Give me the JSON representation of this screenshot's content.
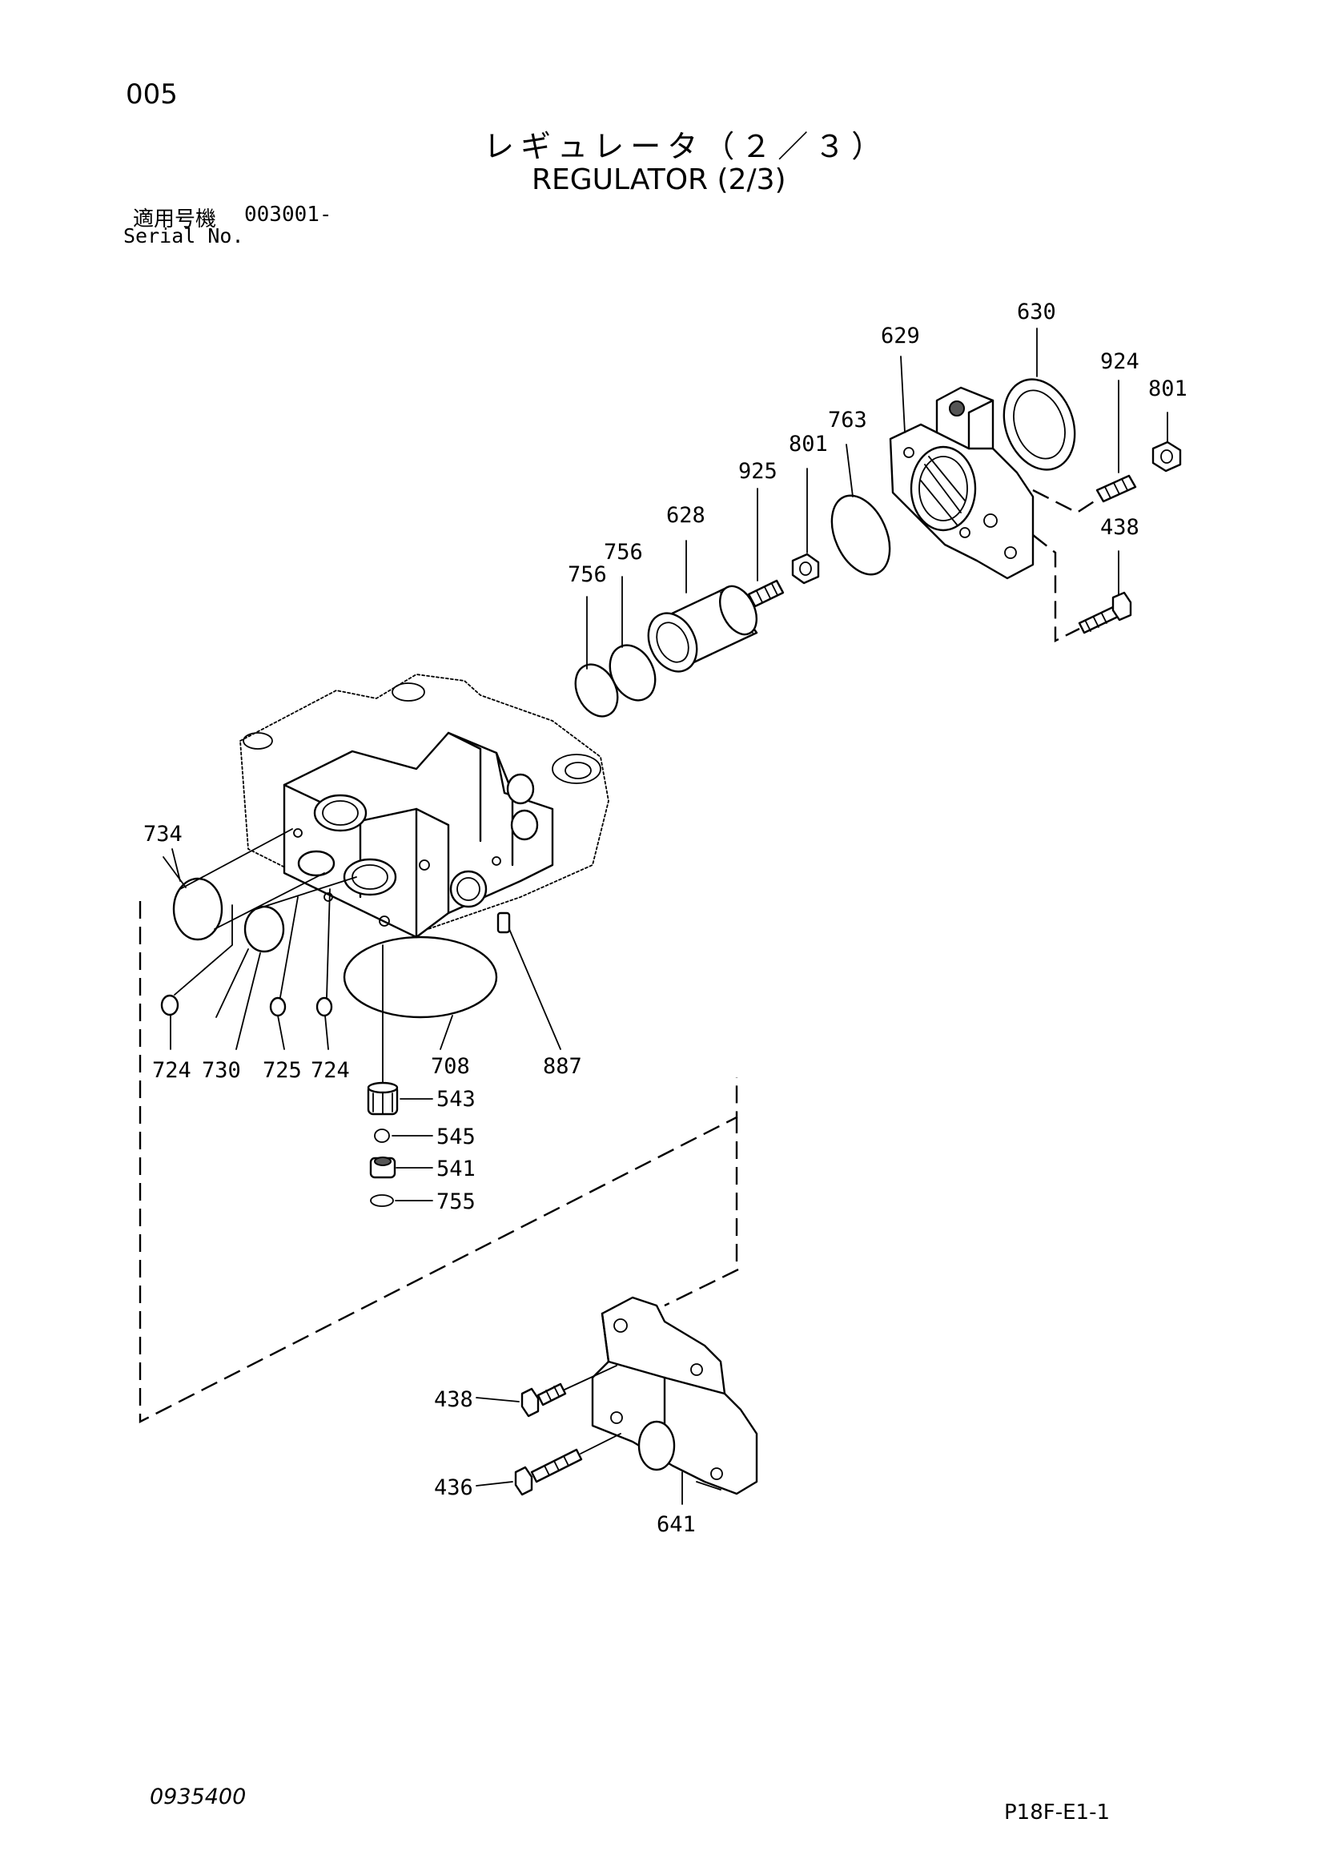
{
  "header": {
    "page_number": "005",
    "title_jp": "レギュレータ（２／３）",
    "title_en": "REGULATOR (2/3)",
    "serial_label_jp": "適用号機",
    "serial_range": "003001-",
    "serial_label_en": "Serial No."
  },
  "footer": {
    "drawing_number": "0935400",
    "page_code": "P18F-E1-1"
  },
  "callouts": {
    "c630": "630",
    "c629": "629",
    "c924": "924",
    "c801a": "801",
    "c763": "763",
    "c801b": "801",
    "c925": "925",
    "c438a": "438",
    "c628": "628",
    "c756a": "756",
    "c756b": "756",
    "c734": "734",
    "c724a": "724",
    "c730": "730",
    "c725": "725",
    "c724b": "724",
    "c708": "708",
    "c887": "887",
    "c543": "543",
    "c545": "545",
    "c541": "541",
    "c755": "755",
    "c438b": "438",
    "c436": "436",
    "c641": "641"
  }
}
